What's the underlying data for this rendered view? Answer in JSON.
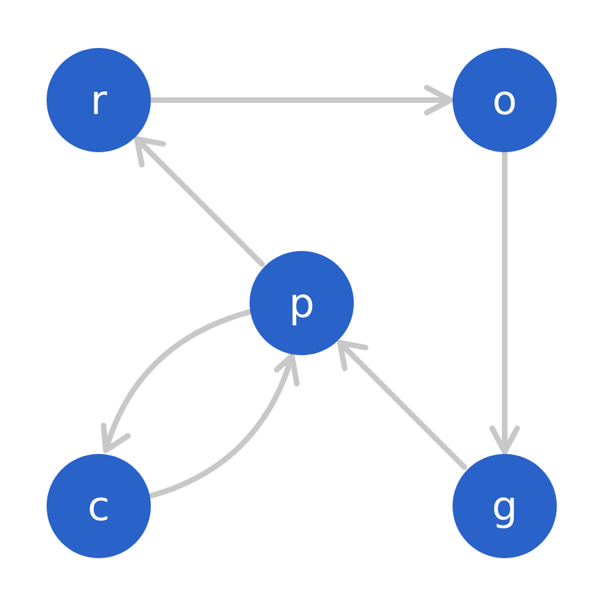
{
  "diagram": {
    "node_color": "#2962c8",
    "edge_color": "#c8c8c8",
    "nodes": [
      {
        "id": "r",
        "label": "r"
      },
      {
        "id": "o",
        "label": "o"
      },
      {
        "id": "p",
        "label": "p"
      },
      {
        "id": "c",
        "label": "c"
      },
      {
        "id": "g",
        "label": "g"
      }
    ],
    "edges": [
      {
        "from": "r",
        "to": "o"
      },
      {
        "from": "o",
        "to": "g"
      },
      {
        "from": "p",
        "to": "r"
      },
      {
        "from": "g",
        "to": "p"
      },
      {
        "from": "p",
        "to": "c"
      },
      {
        "from": "c",
        "to": "p"
      }
    ]
  }
}
